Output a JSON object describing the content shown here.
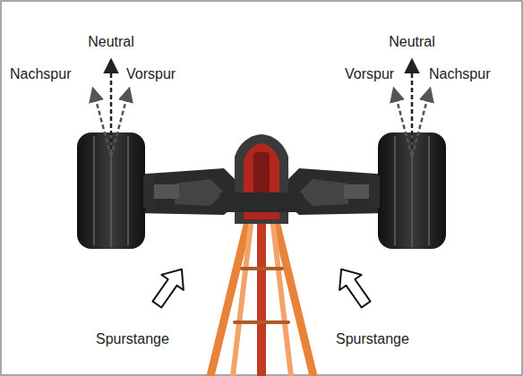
{
  "diagram": {
    "labels": [
      "Neutral",
      "Nachspur",
      "Vorspur",
      "Neutral",
      "Vorspur",
      "Nachspur",
      "Spurstange",
      "Spurstange"
    ]
  }
}
